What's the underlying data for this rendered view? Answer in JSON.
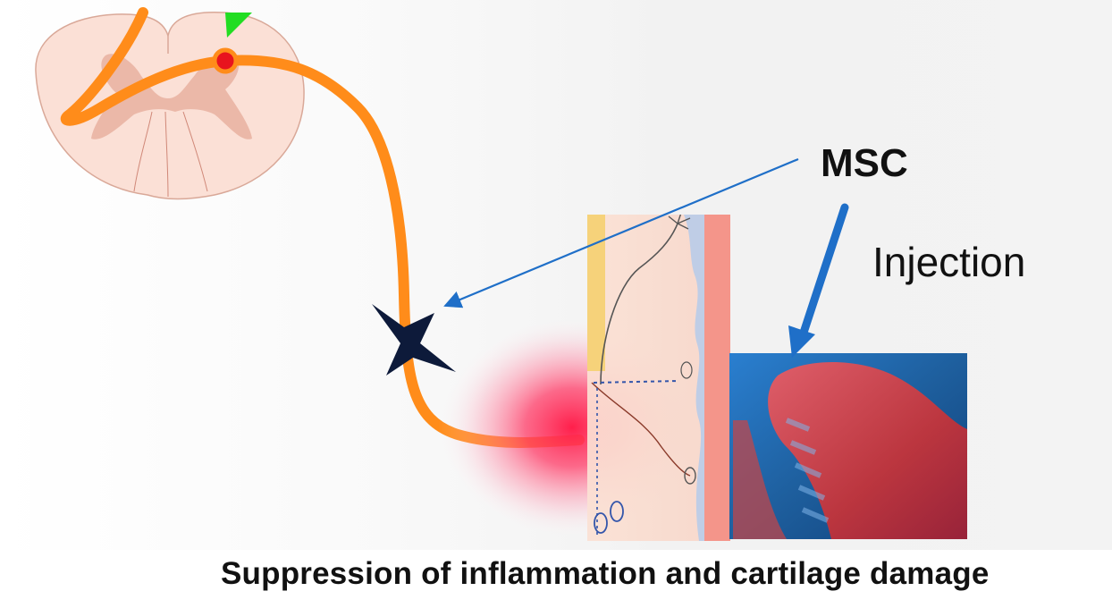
{
  "labels": {
    "msc": "MSC",
    "injection": "Injection",
    "caption": "Suppression  of inflammation and cartilage damage"
  },
  "colors": {
    "nerve": "#ff8c1a",
    "arrow_blue": "#1f6fc8",
    "inflammation": "#ff1f4b",
    "spinal_cord_fill": "#fbe0d6",
    "gray_matter": "#e8b0a0",
    "neuron_body": "#e8141e",
    "marker_green": "#22dd22",
    "lesion_mark": "#0d1a3a",
    "knee_blue": "#1a5a9a",
    "knee_red": "#e03a3a"
  },
  "icons": {
    "lesion": "x-star-icon",
    "marker": "triangle-marker-icon"
  }
}
